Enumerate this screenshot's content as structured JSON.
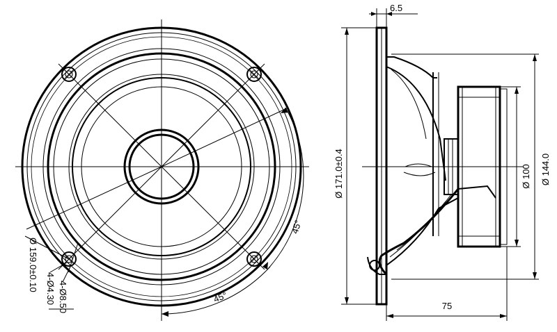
{
  "dimensions": {
    "flange_thickness": "6.5",
    "outer_diameter": "Ø 171.0±0.4",
    "magnet_diameter": "Ø 100",
    "basket_diameter": "Ø 144.0",
    "mounting_depth": "75",
    "bolt_circle": "Ø 159.0±0.10",
    "holes_small": "4-Ø4.30",
    "holes_large": "4-Ø8.50",
    "angle_right": "45°",
    "angle_bottom": "45°"
  }
}
